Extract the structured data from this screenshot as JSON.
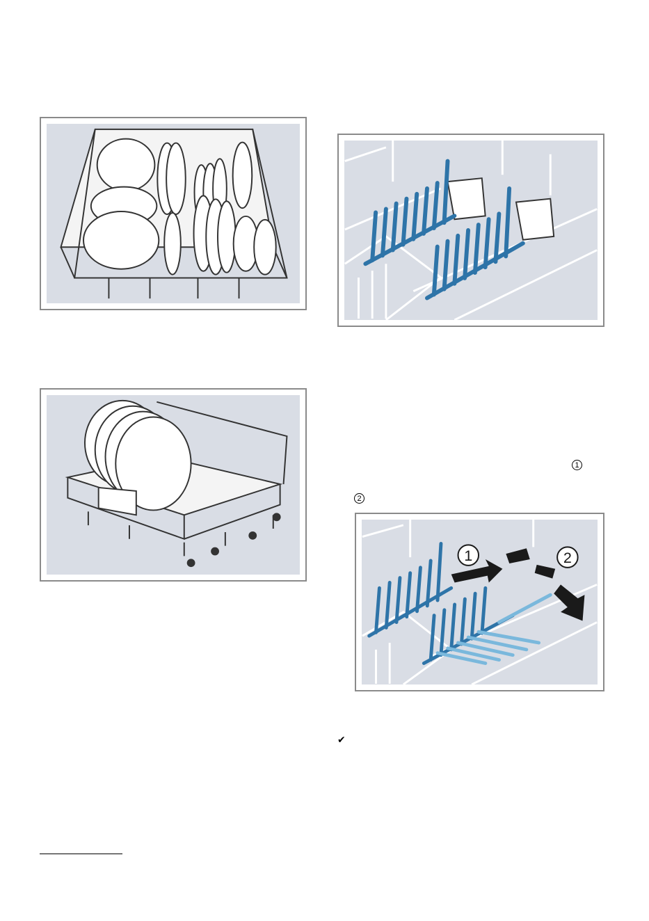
{
  "markers": {
    "step1": "1",
    "step2": "2"
  },
  "figure4": {
    "callout1": "1",
    "callout2": "2"
  },
  "checkmark": "✔",
  "colors": {
    "tine_blue": "#2e74a8",
    "tine_light_blue": "#7ab8dc",
    "panel_bg": "#d9dde5",
    "frame_gray": "#8a8a8a"
  }
}
